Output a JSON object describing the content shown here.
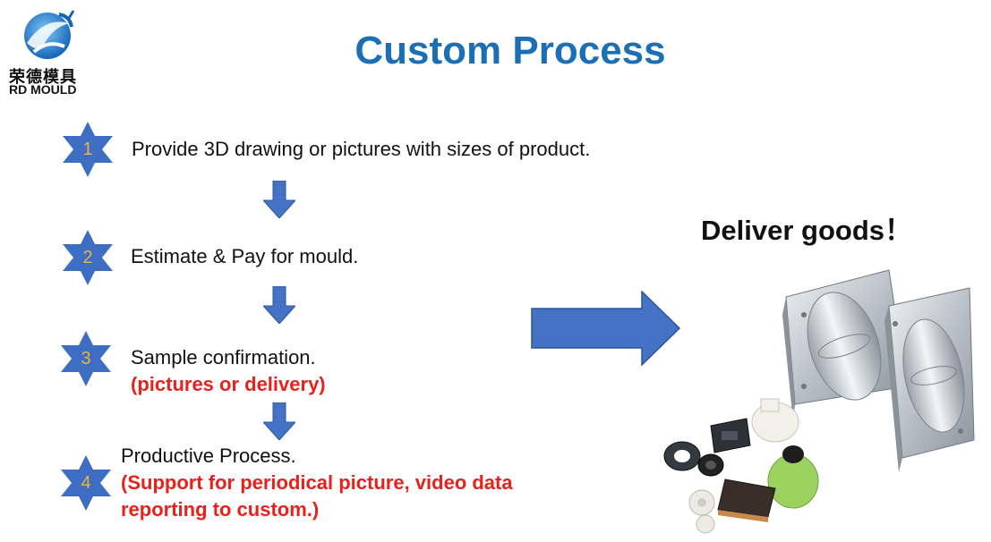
{
  "logo": {
    "name_cn": "荣德模具",
    "name_en": "RD MOULD"
  },
  "title": "Custom Process",
  "steps": [
    {
      "num": "1",
      "text": "Provide 3D drawing or pictures with sizes of product.",
      "note": ""
    },
    {
      "num": "2",
      "text": "Estimate & Pay for mould.",
      "note": ""
    },
    {
      "num": "3",
      "text": "Sample confirmation.",
      "note": "(pictures or delivery)"
    },
    {
      "num": "4",
      "text": "Productive Process.",
      "note_line1": "(Support for periodical picture, video data",
      "note_line2": "reporting to custom.)"
    }
  ],
  "deliver": "Deliver goods！",
  "colors": {
    "title": "#1a6fb5",
    "star": "#3d6ec4",
    "star_number": "#f2b233",
    "arrow": "#4472c4",
    "note_red": "#e8211c"
  }
}
